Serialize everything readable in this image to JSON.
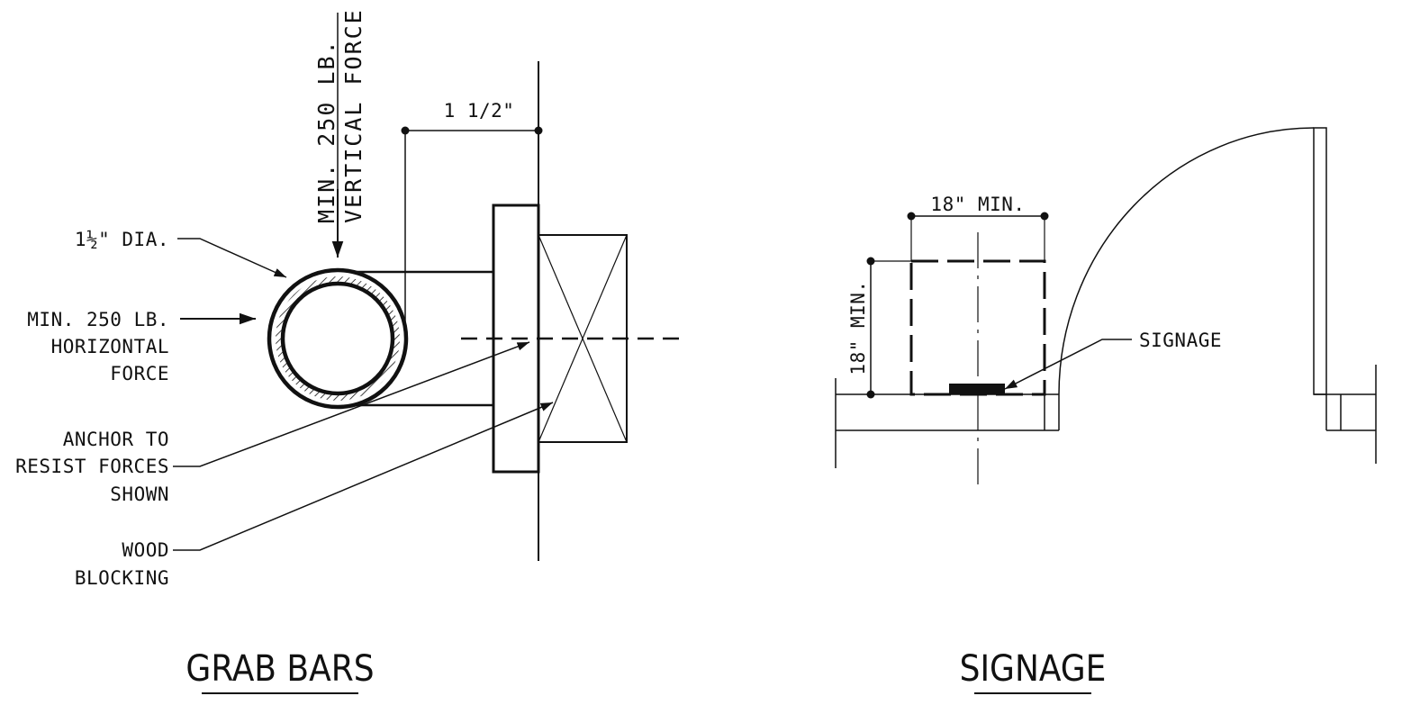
{
  "grab_bars": {
    "title": "GRAB BARS",
    "dia_label": "1½\" DIA.",
    "vertical_force_line1": "MIN. 250 LB.",
    "vertical_force_line2": "VERTICAL FORCE",
    "horizontal_force_lines": [
      "MIN. 250 LB.",
      "HORIZONTAL",
      "FORCE"
    ],
    "anchor_lines": [
      "ANCHOR TO",
      "RESIST FORCES",
      "SHOWN"
    ],
    "blocking_lines": [
      "WOOD",
      "BLOCKING"
    ],
    "clearance_dim": "1 1/2\""
  },
  "signage": {
    "title": "SIGNAGE",
    "width_dim": "18\" MIN.",
    "height_dim": "18\" MIN.",
    "signage_label": "SIGNAGE"
  },
  "colors": {
    "ink": "#111111",
    "background": "#ffffff"
  }
}
